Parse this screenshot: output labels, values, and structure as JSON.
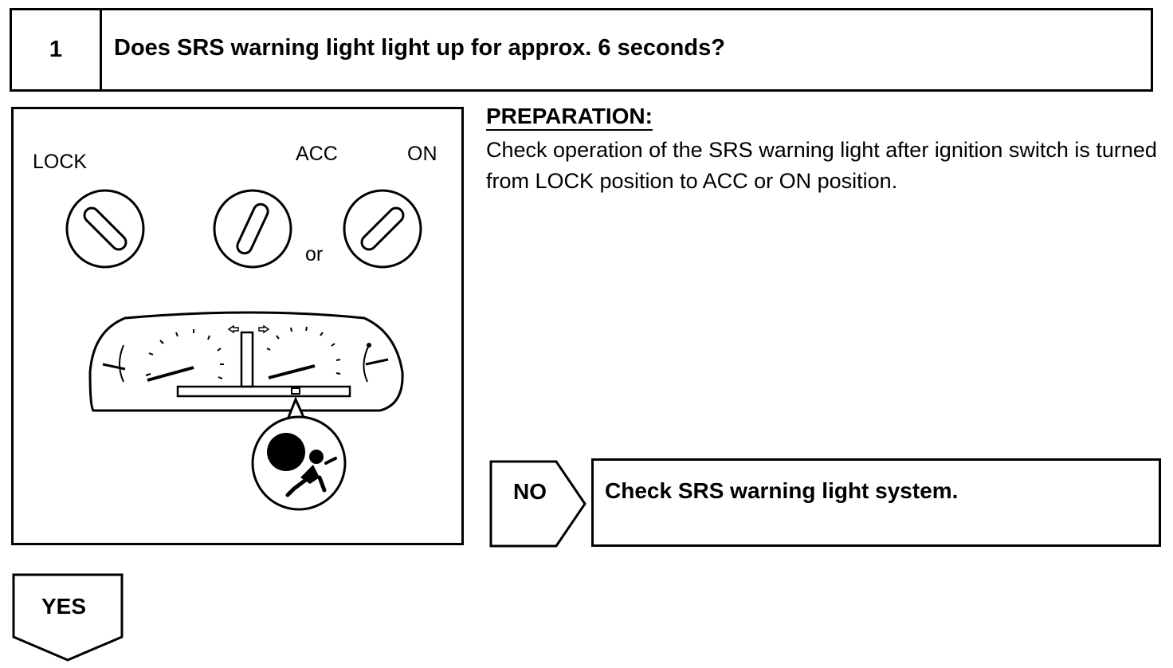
{
  "step": {
    "number": "1",
    "question": "Does SRS warning light light up for approx. 6 seconds?"
  },
  "figure": {
    "label_lock": "LOCK",
    "label_acc": "ACC",
    "label_on": "ON",
    "label_or": "or",
    "icons": [
      "ignition-lock-icon",
      "ignition-acc-icon",
      "ignition-on-icon",
      "instrument-cluster-icon",
      "srs-airbag-warning-icon"
    ]
  },
  "preparation": {
    "title": "PREPARATION:",
    "text": "Check operation of the SRS warning light after ignition switch is turned from LOCK position to ACC or ON position."
  },
  "no_branch": {
    "label": "NO",
    "result": "Check SRS warning light system."
  },
  "yes_branch": {
    "label": "YES"
  }
}
